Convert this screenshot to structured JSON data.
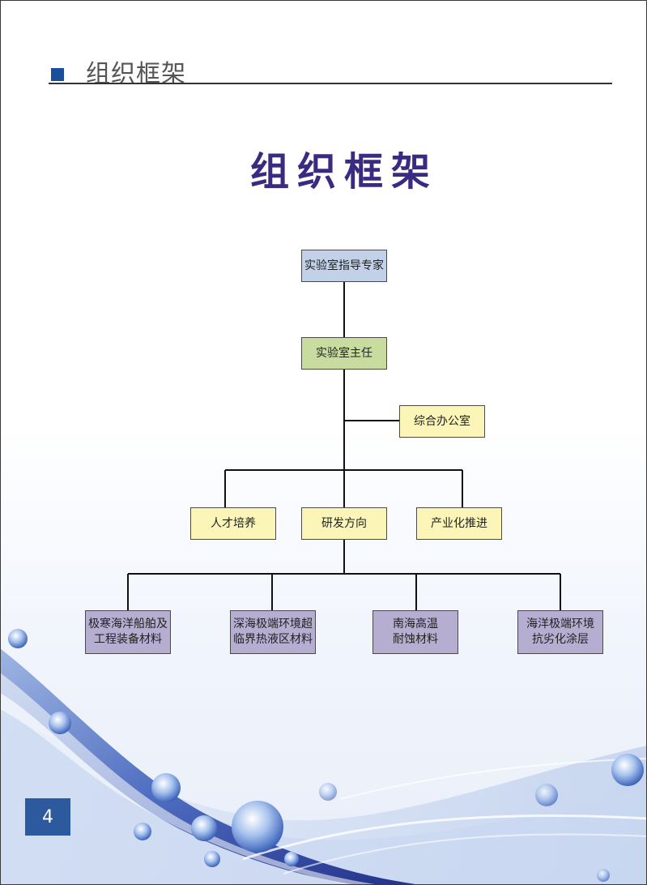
{
  "header": {
    "title": "组织框架"
  },
  "main_title": "组织框架",
  "org_chart": {
    "level1": "实验室指导专家",
    "level2": "实验室主任",
    "office": "综合办公室",
    "level3": [
      "人才培养",
      "研发方向",
      "产业化推进"
    ],
    "research_areas": [
      "极寒海洋船舶及\n工程装备材料",
      "深海极端环境超\n临界热液区材料",
      "南海高温\n耐蚀材料",
      "海洋极端环境\n抗劣化涂层"
    ]
  },
  "colors": {
    "level1": "#c2d1e7",
    "level2": "#c8dca0",
    "yellow": "#fbf6b8",
    "purple": "#b5aed1",
    "title": "#3b2a82",
    "accent": "#1a4f9c"
  },
  "page_number": "4"
}
